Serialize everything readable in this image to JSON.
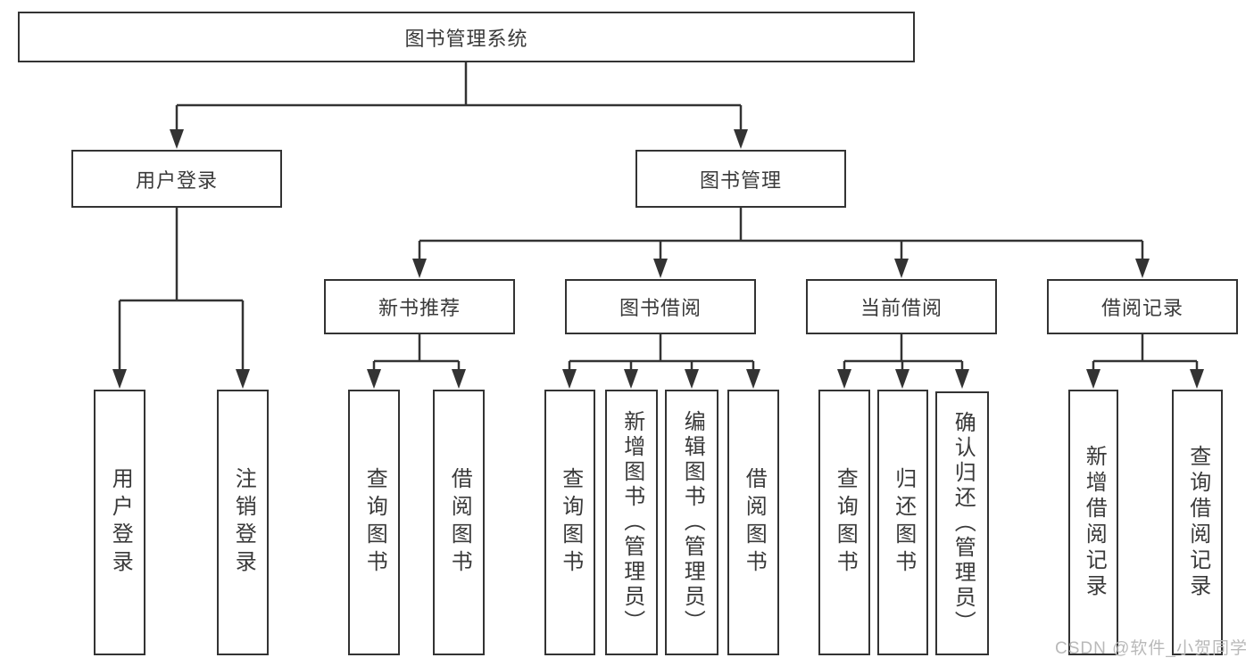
{
  "diagram": {
    "tree": {
      "label": "图书管理系统",
      "children": [
        {
          "label": "用户登录",
          "children": [
            {
              "label": "用户登录"
            },
            {
              "label": "注销登录"
            }
          ]
        },
        {
          "label": "图书管理",
          "children": [
            {
              "label": "新书推荐",
              "children": [
                {
                  "label": "查询图书"
                },
                {
                  "label": "借阅图书"
                }
              ]
            },
            {
              "label": "图书借阅",
              "children": [
                {
                  "label": "查询图书"
                },
                {
                  "label": "新增图书（管理员）"
                },
                {
                  "label": "编辑图书（管理员）"
                },
                {
                  "label": "借阅图书"
                }
              ]
            },
            {
              "label": "当前借阅",
              "children": [
                {
                  "label": "查询图书"
                },
                {
                  "label": "归还图书"
                },
                {
                  "label": "确认归还（管理员）"
                }
              ]
            },
            {
              "label": "借阅记录",
              "children": [
                {
                  "label": "新增借阅记录"
                },
                {
                  "label": "查询借阅记录"
                }
              ]
            }
          ]
        }
      ]
    },
    "colors": {
      "line": "#333333",
      "box_background": "#ffffff",
      "text": "#3a3a3a",
      "watermark": "#b9b9b9"
    }
  },
  "watermark": "CSDN @软件_小贺同学"
}
